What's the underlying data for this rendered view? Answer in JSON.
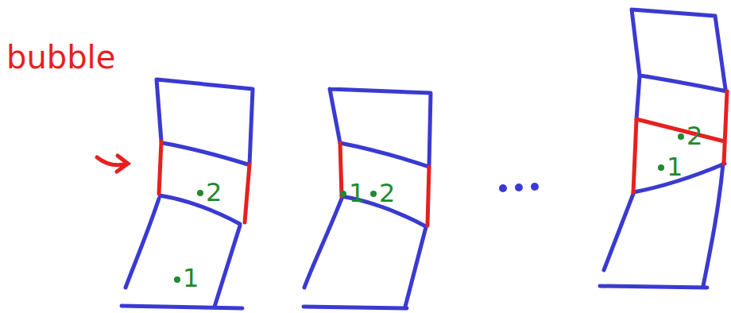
{
  "diagram": {
    "labels": [
      "bubble",
      "2",
      "1",
      "1",
      "2",
      "2",
      "1"
    ]
  }
}
